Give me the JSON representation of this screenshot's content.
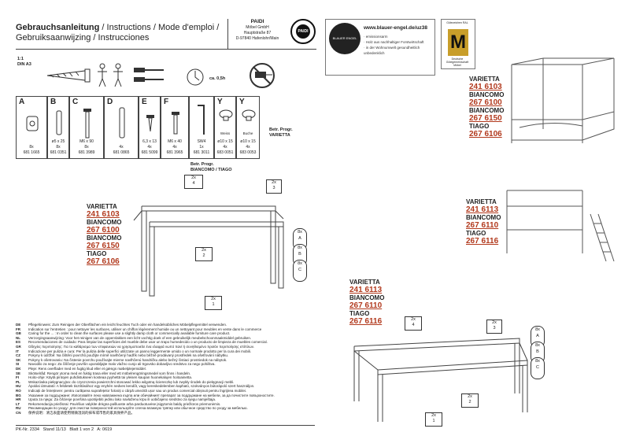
{
  "header": {
    "title_main": "Gebrauchsanleitung",
    "title_rest": " / Instructions / Mode d'emploi / Gebruiksaanwijzing / Instrucciones",
    "company": [
      "PAIDI",
      "Möbel GmbH",
      "Hauptstraße 87",
      "D-97840 Hafenlohr/Main"
    ],
    "logo_text": "PAIDI",
    "engel": {
      "url": "www.blauer-engel.de/uz38",
      "seal_text": "BLAUER ENGEL",
      "items": [
        "· emissionsarm",
        "· Holz aus nachhaltiger Forstwirtschaft",
        "· in der Wohnumwelt gesundheitlich",
        "  unbedenklich"
      ]
    },
    "holz": {
      "top": "Gütezeichen RAL",
      "letter": "M",
      "bottom": "Deutsche Gütegemeinschaft Möbel"
    }
  },
  "scale": {
    "ratio": "1:1",
    "paper": "DIN A3"
  },
  "time": "ca. 0,5h",
  "parts": [
    {
      "letter": "A",
      "dim": "",
      "qty": "8x",
      "num": "681 1665"
    },
    {
      "letter": "B",
      "dim": "ø5 x 25",
      "qty": "8x",
      "num": "681 0351"
    },
    {
      "letter": "C",
      "dim": "M6 x 90",
      "qty": "8x",
      "num": "681 3989"
    },
    {
      "letter": "D",
      "dim": "",
      "qty": "4x",
      "num": "681 0865"
    },
    {
      "letter": "E",
      "dim": "6,3 x 13",
      "qty": "4x",
      "num": "681 5099"
    },
    {
      "letter": "F",
      "dim": "M6 x 40",
      "qty": "4x",
      "num": "681 3965"
    },
    {
      "letter": "",
      "dim": "SW4",
      "qty": "1x",
      "num": "681 3011"
    },
    {
      "letter": "Y",
      "dim": "ø10 x 15",
      "qty": "4x",
      "num": "683 0051",
      "color": "Weiss"
    },
    {
      "letter": "Y",
      "dim": "ø10 x 15",
      "qty": "4x",
      "num": "683 0053",
      "color": "Buche"
    }
  ],
  "betr_progr_1": "Betr. Progr.\nVARIETTA",
  "betr_progr_2": "Betr. Progr.\nBIANCOMO / TIAGO",
  "models_a": [
    {
      "name": "VARIETTA",
      "num": "241 6103"
    },
    {
      "name": "BIANCOMO",
      "num": "267 6100"
    },
    {
      "name": "BIANCOMO",
      "num": "267 6150"
    },
    {
      "name": "TIAGO",
      "num": "267 6106"
    }
  ],
  "models_b": [
    {
      "name": "VARIETTA",
      "num": "241 6113"
    },
    {
      "name": "BIANCOMO",
      "num": "267 6110"
    },
    {
      "name": "TIAGO",
      "num": "267 6116"
    }
  ],
  "callouts_top": [
    "2x\n4",
    "2x\n3",
    "2x\n2",
    "2x\n1"
  ],
  "callouts_ovals": [
    "8x\nA",
    "8x\nB",
    "8x\nC"
  ],
  "callouts_bottom": [
    "2x\n4",
    "2x\n3",
    "2x\n2",
    "2x\n1"
  ],
  "care": [
    {
      "cc": "DE",
      "text": "Pflegehinweis: Zum Reinigen der Oberflächen ein leicht feuchtes Tuch oder ein handelsübliches Möbelpflegemittel verwenden."
    },
    {
      "cc": "FR",
      "text": "Indication sur l'entretien : pour nettoyer les surfaces, utiliser un chiffon légèrement humide ou un nettoyant pour meubles en vente dans le commerce"
    },
    {
      "cc": "GB",
      "text": "Caring for the ... : In order to clean the surfaces please use a slightly damp cloth or commercially available furniture care product."
    },
    {
      "cc": "NL",
      "text": "Verzorgingsaanwijzing: Voor het reinigen van de oppervlakken een licht vochtig doek of een gebruikelijk meubelschoonmaakmiddel gebruiken."
    },
    {
      "cc": "ES",
      "text": "Recomendaciones de cuidado: Para limpiar las superficies del mueble debe usar un trapo humedecido o un producto de limpieza de muebles comercial."
    },
    {
      "cc": "GR",
      "text": "Οδηγίες περιποίησης: Για το καθάρισμα των επιφανειών να χρησιμοποιείτε ένα ελαφρά νωπό πανί ή συνηθισμένο προϊόν περιποίησης επίπλων."
    },
    {
      "cc": "IT",
      "text": "Indicazione per pulizia e cura: Per la pulizia delle superfici utilizzate un panno leggermente umido o un normale prodotto per la cura dei mobili."
    },
    {
      "cc": "CZ",
      "text": "Pokyny k údržbě: Na čištění povrchů použijte mírně navlhčený hadřík nebo běžně prodávaný prostředek na ošetřování nábytku."
    },
    {
      "cc": "SK",
      "text": "Pokyny k ošetrovaniu: Na čistenie povrchu používajte mierne navlhčenú handričku alebo bežný čistiaci prostriedok na nábytok."
    },
    {
      "cc": "SI",
      "text": "Navodilo za nego: Za čiščenje površin uporabljajte malo vlažno cunjo ali trgovsko dobavljivo sredstvo za nego pohištva."
    },
    {
      "cc": "DK",
      "text": "Pleje: Rens overflader med en fugtig klud eller et gængs møbelplejemiddel."
    },
    {
      "cc": "SE",
      "text": "Skötselråd: Rengör ytorna med en fuktig trasa eller med ett möbelrengöringsmedel som finns i handeln."
    },
    {
      "cc": "FI",
      "text": "Hoito-ohje: Käytä pintojen puhdistukseen kosteaa pyyhettä tai yleisen kaupan huonekalujen hoitoainetta."
    },
    {
      "cc": "PL",
      "text": "Wskazówka pielęgnacyjna: do czyszczenia powierzchni stosować lekko wilgotną ściereczkę lub zwykły środek do pielęgnacji mebli."
    },
    {
      "cc": "HU",
      "text": "Ápolási útmutató: A felületek tisztításához egy enyhén nedves kendőt, vagy kereskedelemben kapható, szokványos bútorápoló szert használjon."
    },
    {
      "cc": "RO",
      "text": "Indicații de întreținere: pentru curățarea suprafețelor folosiți o cârpă umezită ușor sau un produs comercial obișnuit pentru îngrijirea mobilei."
    },
    {
      "cc": "BG",
      "text": "Указание за поддържане: Използвайте леко навлажнена кърпа или обичайният препарат за поддържане на мебели, за да почистите повърхностите."
    },
    {
      "cc": "HR",
      "text": "Uputa za njegu: Za čišćenje površina upotrijebiti jedinu lako navlaženu krpu ili uobičajeno sredstvo za njegu namještaja."
    },
    {
      "cc": "LT",
      "text": "Rekomendacija priežiūrai: Paviršius valykite drėgna pašluoste arba parduotuvėse įsigytomis baldų priežiūros priemonėmis."
    },
    {
      "cc": "RU",
      "text": "Рекомендации по уходу: для очистки поверхностей используйте слегка влажную тряпку или обычное средство по уходу за мебелью."
    },
    {
      "cc": "CN",
      "text": "保养说明：清洁表面请使用稍微湿润的抹布或市售的家具保养产品。"
    }
  ],
  "footer": {
    "pk": "PK-Nr. 2334",
    "stand": "Stand 11/13",
    "blatt": "Blatt 1 von 2",
    "a": "A: 0619"
  },
  "colors": {
    "accent": "#b23a1e",
    "line": "#444444"
  }
}
